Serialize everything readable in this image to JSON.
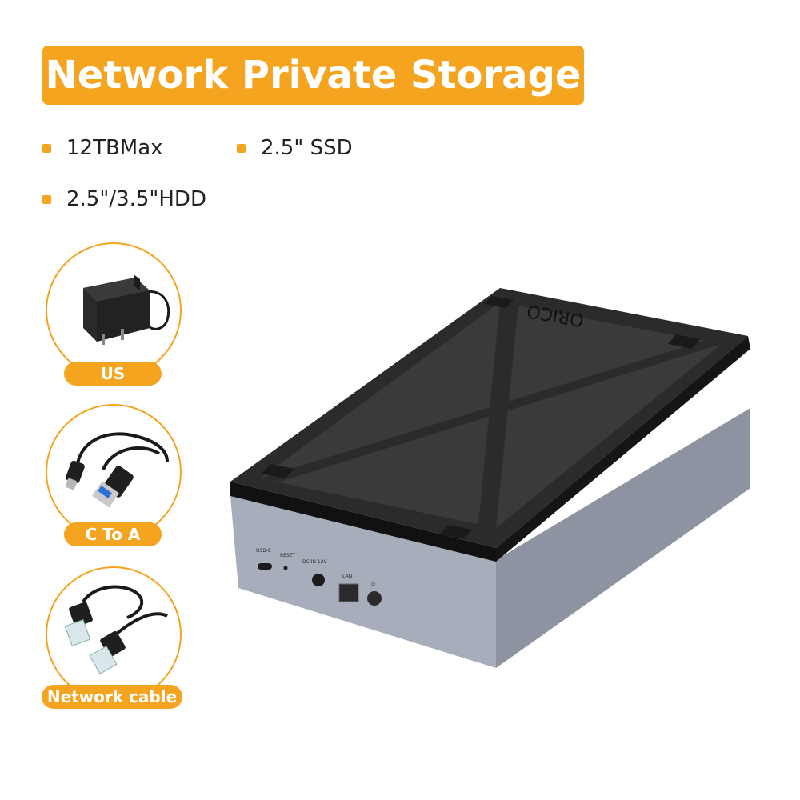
{
  "title": "Network Private Storage",
  "features": [
    {
      "label": "12TBMax"
    },
    {
      "label": "2.5\" SSD"
    },
    {
      "label": "2.5\"/3.5\"HDD"
    }
  ],
  "accessories": [
    {
      "label": "US",
      "icon": "power-adapter-icon"
    },
    {
      "label": "C To A",
      "icon": "usb-c-to-a-cable-icon"
    },
    {
      "label": "Network cable",
      "icon": "ethernet-cable-icon"
    }
  ],
  "product": {
    "brand": "ORICO",
    "ports": {
      "usb_c": "USB-C",
      "reset": "RESET",
      "dc_in": "DC IN 12V",
      "lan": "LAN"
    }
  },
  "colors": {
    "accent": "#F5A41F",
    "case_top": "#2b2b2b",
    "case_side": "#9aa0ad"
  }
}
